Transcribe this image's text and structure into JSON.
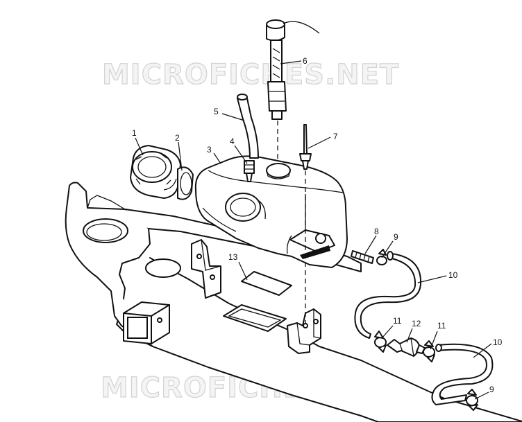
{
  "watermarks": [
    "MICROFICHES.NET",
    "MICROFICHES.NET"
  ],
  "callouts": [
    {
      "id": "c1",
      "label": "1"
    },
    {
      "id": "c2",
      "label": "2"
    },
    {
      "id": "c3",
      "label": "3"
    },
    {
      "id": "c4",
      "label": "4"
    },
    {
      "id": "c5",
      "label": "5"
    },
    {
      "id": "c6",
      "label": "6"
    },
    {
      "id": "c7",
      "label": "7"
    },
    {
      "id": "c8",
      "label": "8"
    },
    {
      "id": "c9a",
      "label": "9"
    },
    {
      "id": "c9b",
      "label": "9"
    },
    {
      "id": "c10a",
      "label": "10"
    },
    {
      "id": "c10b",
      "label": "10"
    },
    {
      "id": "c11a",
      "label": "11"
    },
    {
      "id": "c11b",
      "label": "11"
    },
    {
      "id": "c12",
      "label": "12"
    },
    {
      "id": "c13",
      "label": "13"
    }
  ]
}
